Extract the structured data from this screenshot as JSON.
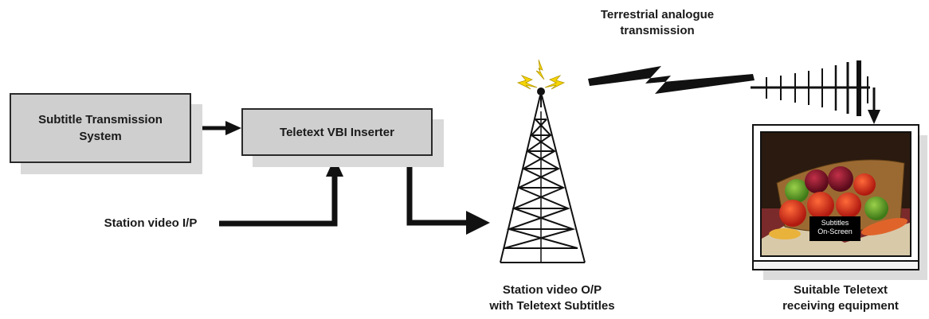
{
  "boxes": {
    "subtitle_system": "Subtitle Transmission System",
    "vbi_inserter": "Teletext VBI Inserter"
  },
  "labels": {
    "station_video_in": "Station video I/P",
    "terrestrial_line1": "Terrestrial analogue",
    "terrestrial_line2": "transmission",
    "station_video_out_line1": "Station video O/P",
    "station_video_out_line2": "with Teletext Subtitles",
    "receiver_line1": "Suitable Teletext",
    "receiver_line2": "receiving equipment"
  },
  "tv_caption": {
    "line1": "Subtitles",
    "line2": "On-Screen"
  }
}
